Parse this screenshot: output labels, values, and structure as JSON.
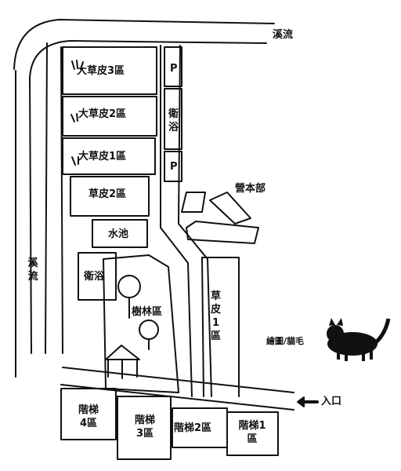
{
  "stream_top": "溪流",
  "stream_left": "溪流",
  "big_lawn_3": "大草皮3區",
  "big_lawn_2": "大草皮2區",
  "big_lawn_1": "大草皮1區",
  "lawn_2": "草皮2區",
  "pond": "水池",
  "restroom_left": "衛浴",
  "grove": "樹林區",
  "parking_top": "P",
  "restroom_right": "衛浴",
  "parking_bottom": "P",
  "camp_hq": "營本部",
  "lawn_1": "草皮1區",
  "credit": "繪圖/貓毛",
  "entrance": "入口",
  "terrace_4": "階梯4區",
  "terrace_3": "階梯3區",
  "terrace_2": "階梯2區",
  "terrace_1": "階梯1區",
  "icons": [
    "cat-icon",
    "arrow-left-icon",
    "tree-icon",
    "gazebo-icon",
    "building-icon",
    "grass-tuft-icon"
  ]
}
